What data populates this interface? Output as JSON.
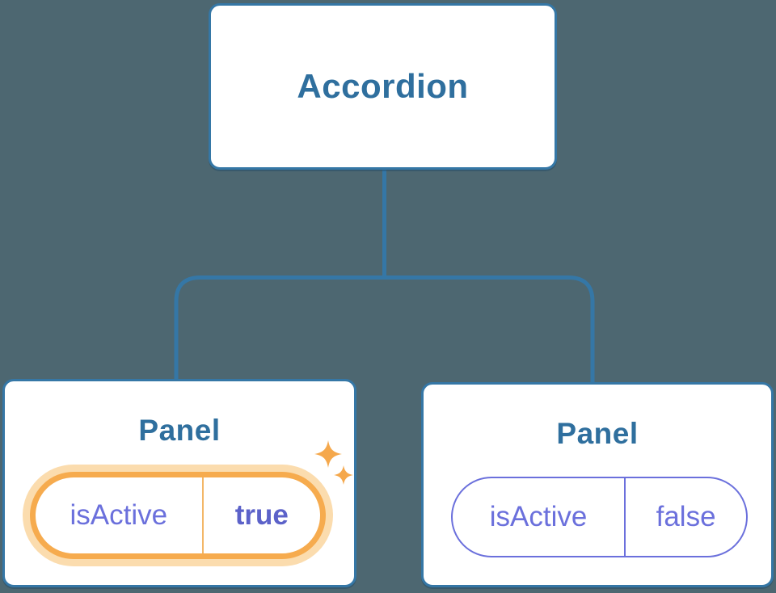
{
  "diagram": {
    "title_node": {
      "label": "Accordion"
    },
    "panels": [
      {
        "label": "Panel",
        "prop_name": "isActive",
        "prop_value": "true",
        "highlighted": true,
        "icon": "sparkles-icon"
      },
      {
        "label": "Panel",
        "prop_name": "isActive",
        "prop_value": "false",
        "highlighted": false
      }
    ],
    "colors": {
      "background": "#4d6771",
      "node_fill": "#ffffff",
      "node_border": "#3577a6",
      "connector": "#3577a6",
      "heading_text": "#2f6f9e",
      "state_purple": "#6b70dc",
      "state_purple_bold": "#5c62c9",
      "highlight_orange": "#f6ab4e",
      "highlight_glow": "#fbdcae",
      "sparkle": "#f5a84c"
    }
  }
}
